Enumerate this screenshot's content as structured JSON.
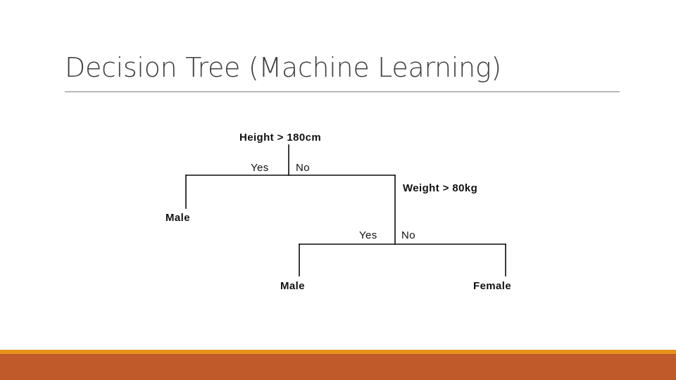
{
  "slide": {
    "title": "Decision Tree (Machine Learning)",
    "accent_color": "#e8921b",
    "band_color": "#c05a2b",
    "rule_color": "#7e7e7e",
    "title_color": "#3f3f3f"
  },
  "diagram": {
    "type": "decision-tree",
    "root": {
      "label": "Height > 180cm",
      "yes_label": "Yes",
      "no_label": "No"
    },
    "level1_left_leaf": {
      "label": "Male"
    },
    "level1_right": {
      "label": "Weight > 80kg",
      "yes_label": "Yes",
      "no_label": "No"
    },
    "level2_left_leaf": {
      "label": "Male"
    },
    "level2_right_leaf": {
      "label": "Female"
    }
  }
}
